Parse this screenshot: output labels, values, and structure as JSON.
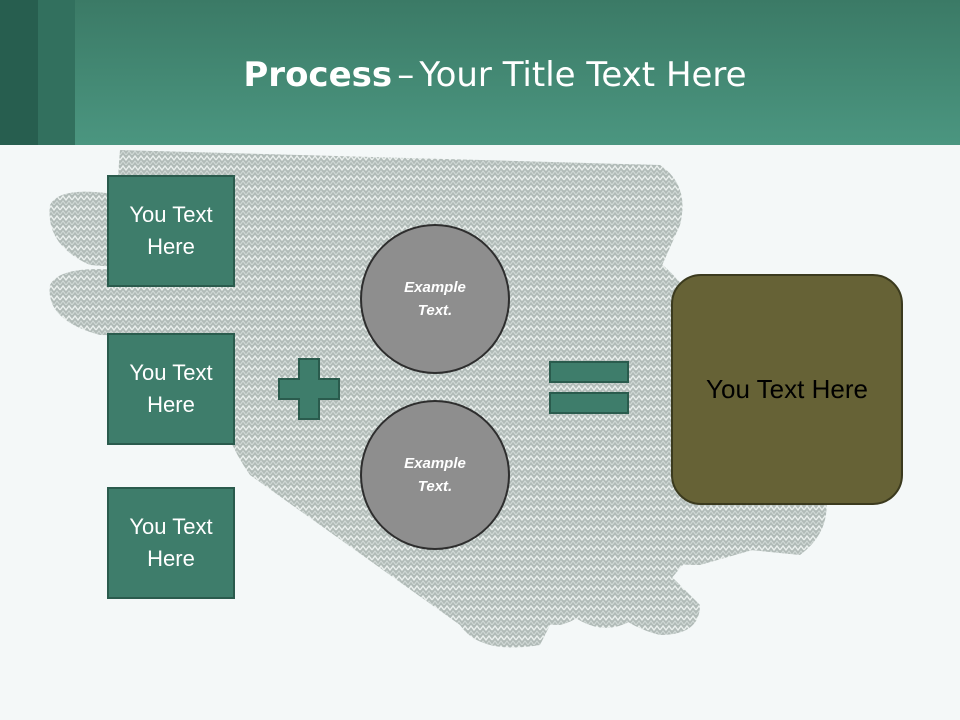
{
  "slide": {
    "title_bold": "Process",
    "title_dash": "–",
    "title_rest": "Your Title Text Here"
  },
  "inputs": [
    {
      "label": "You Text Here"
    },
    {
      "label": "You Text Here"
    },
    {
      "label": "You Text Here"
    }
  ],
  "circles": [
    {
      "label": "Example Text."
    },
    {
      "label": "Example Text."
    }
  ],
  "result": {
    "label": "You Text Here"
  },
  "colors": {
    "header": "#4b9680",
    "box_fill": "#3e7d6b",
    "circle_fill": "#8e8e8e",
    "result_fill": "#666236"
  },
  "icons": {
    "operator_plus": "plus-icon",
    "operator_equals": "equals-icon",
    "background": "knit-glove-image"
  }
}
